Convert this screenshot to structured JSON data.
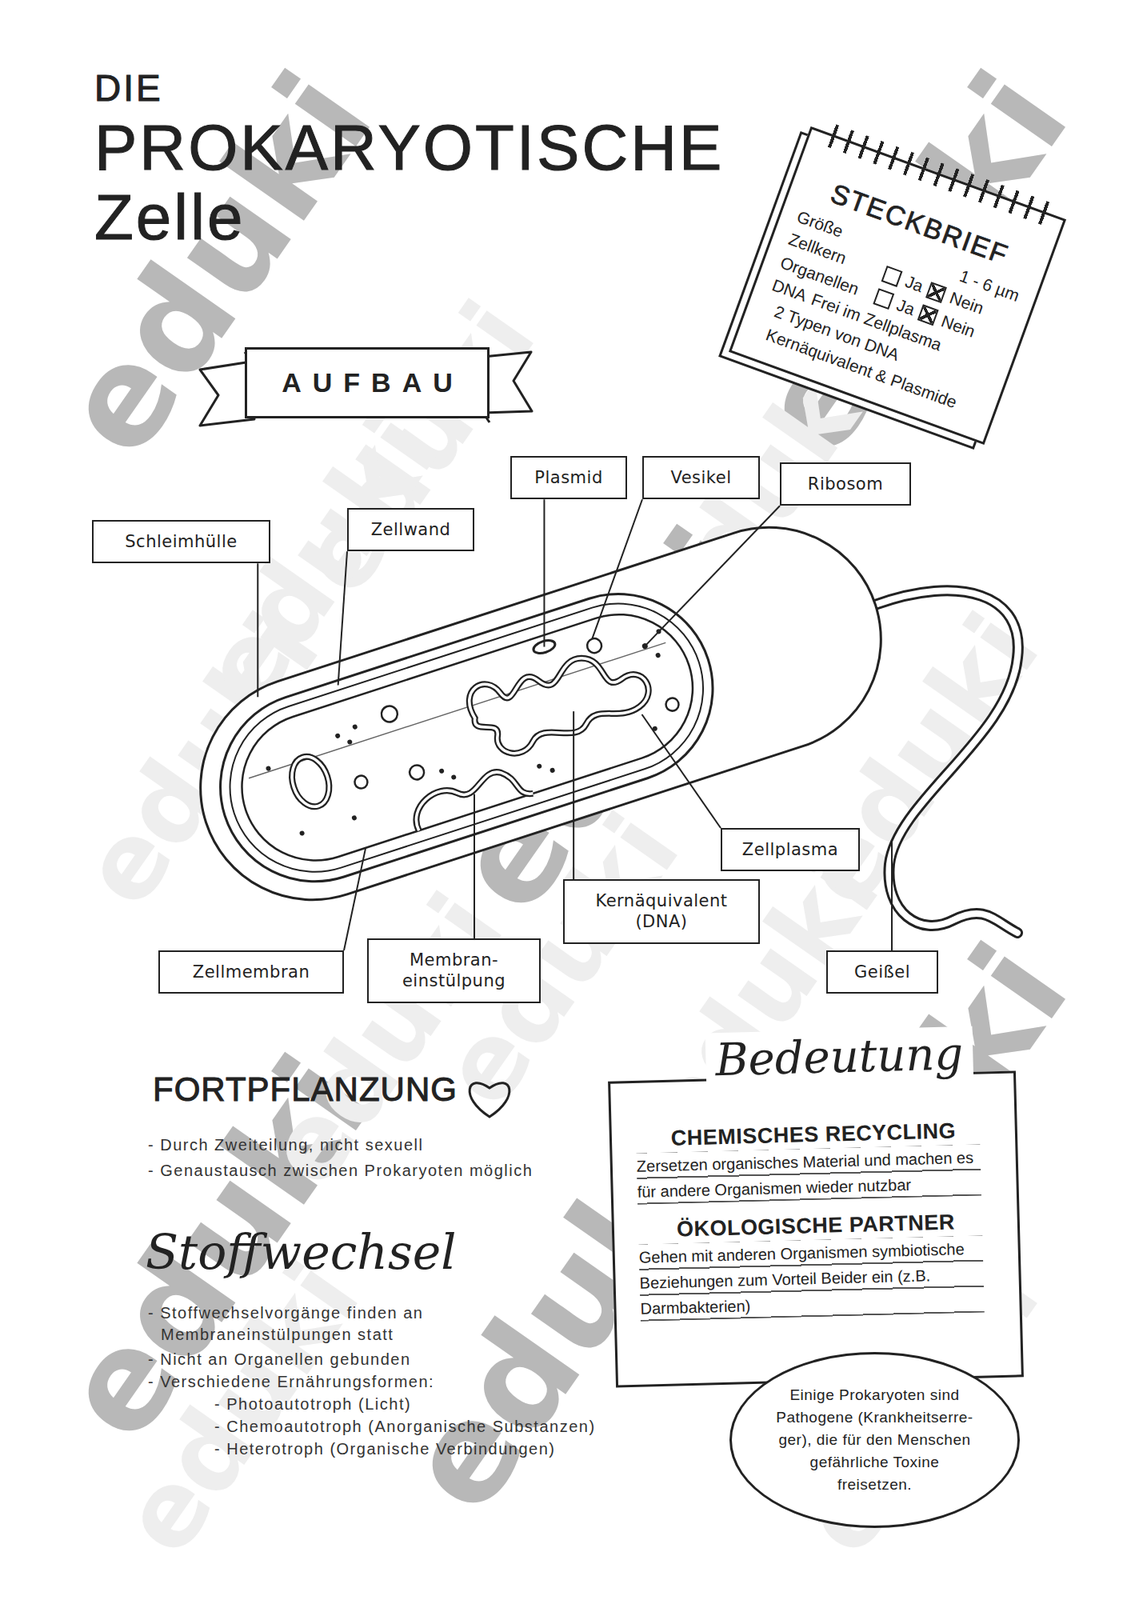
{
  "diagram": {
    "title": "DIE PROKARYOTISCHE Zelle",
    "nodes": [
      {
        "text": [
          "AUFBAU"
        ]
      },
      {
        "text": [
          "STECKBRIEF",
          "Größe",
          "1 - 6 µm",
          "Zellkern",
          "Ja",
          "Nein",
          "Organellen",
          "Ja",
          "Nein",
          "DNA",
          "Frei im Zellplasma",
          "2 Typen von DNA",
          "Kernäquivalent & Plasmide"
        ]
      },
      {
        "text": [
          "Plasmid"
        ]
      },
      {
        "text": [
          "Vesikel"
        ]
      },
      {
        "text": [
          "Ribosom"
        ]
      },
      {
        "text": [
          "Schleimhülle"
        ]
      },
      {
        "text": [
          "Zellwand"
        ]
      },
      {
        "text": [
          "Zellplasma"
        ]
      },
      {
        "text": [
          "Kernäquivalent (DNA)"
        ]
      },
      {
        "text": [
          "Zellmembran"
        ]
      },
      {
        "text": [
          "Membran- einstülpung"
        ]
      },
      {
        "text": [
          "Geißel"
        ]
      },
      {
        "text": [
          "Bedeutung",
          "CHEMISCHES RECYCLING",
          "Zersetzen organisches Material und machen es für andere Organismen wieder nutzbar",
          "ÖKOLOGISCHE PARTNER",
          "Gehen mit anderen Organismen symbiotische Beziehungen zum Vorteil Beider ein (z.B. Darmbakterien)"
        ]
      },
      {
        "text": [
          "Einige Prokaryoten sind Pathogene (Krankheitserre- ger), die für den Menschen gefährliche Toxine freisetzen."
        ]
      }
    ],
    "labels": [
      "FORTPFLANZUNG",
      "- Durch Zweiteilung, nicht sexuell",
      "- Genaustausch zwischen Prokaryoten möglich",
      "Stoffwechsel",
      "- Stoffwechselvorgänge finden an Membraneinstülpungen statt",
      "- Nicht an Organellen gebunden",
      "- Verschiedene Ernährungsformen:",
      "- Photoautotroph (Licht)",
      "- Chemoautotroph (Anorganische Substanzen)",
      "- Heterotroph (Organische Verbindungen)",
      "eduki",
      "eduki",
      "eduki",
      "eduki",
      "eduki",
      "eduki",
      "eduki",
      "eduki",
      "eduki",
      "eduki",
      "eduki",
      "eduki",
      "eduki",
      "eduki",
      "eduki",
      "eduki"
    ]
  }
}
